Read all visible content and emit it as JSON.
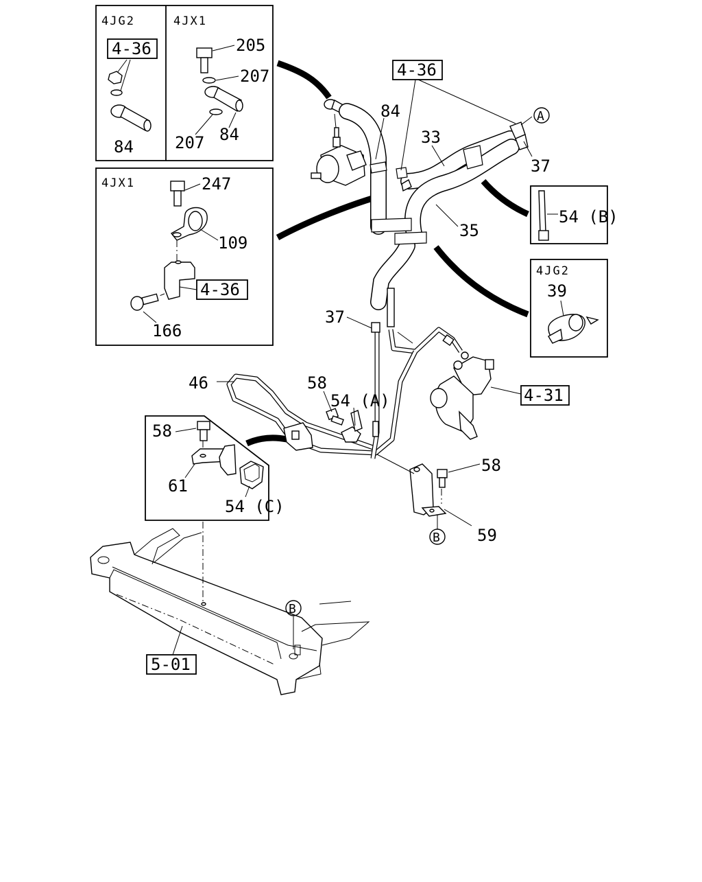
{
  "insets": {
    "top_left_a": {
      "variant": "4JG2",
      "ref": "4-36",
      "part_a": "84"
    },
    "top_left_b": {
      "variant": "4JX1",
      "part_bolt": "205",
      "part_washer_top": "207",
      "part_washer_bottom": "207",
      "part_hose": "84"
    },
    "mid_left": {
      "variant": "4JX1",
      "part_bolt": "247",
      "part_clamp": "109",
      "ref": "4-36",
      "part_bolt_lower": "166"
    },
    "right_tie": {
      "part": "54 (B)"
    },
    "right_clamp": {
      "variant": "4JG2",
      "part": "39"
    },
    "lower_left": {
      "part_bolt": "58",
      "part_bracket": "61",
      "part_clip": "54 (C)"
    }
  },
  "main": {
    "ref_top": "4-36",
    "ref_gear": "4-31",
    "ref_frame": "5-01",
    "marker_a": "A",
    "marker_b": "B",
    "labels": {
      "p84": "84",
      "p33": "33",
      "p37_right": "37",
      "p35": "35",
      "p37_left": "37",
      "p46": "46",
      "p58_mid": "58",
      "p54a": "54 (A)",
      "p58_right": "58",
      "p59": "59"
    }
  }
}
